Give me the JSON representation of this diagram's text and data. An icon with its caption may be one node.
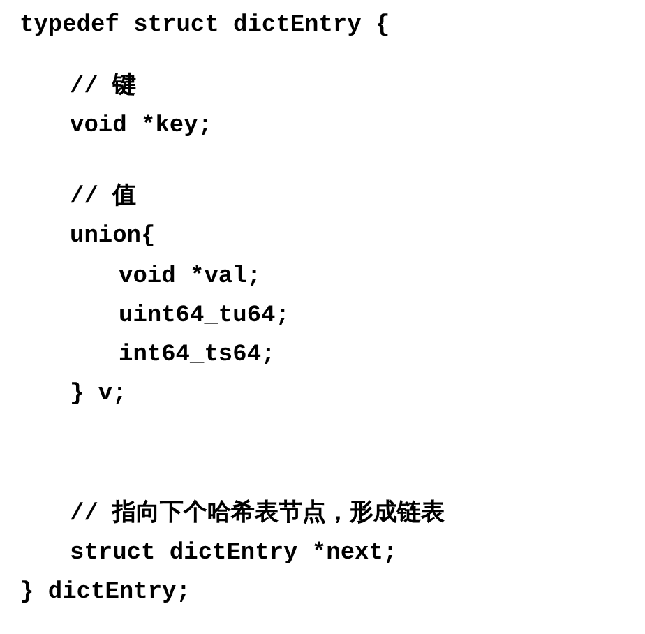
{
  "diagram": {
    "labels": [
      "typedef struct dictEntry {",
      "// 键",
      "void *key;",
      "// 值",
      "union{",
      "void *val;",
      "uint64_tu64;",
      "int64_ts64;",
      "} v;",
      "// 指向下个哈希表节点，形成链表",
      "struct dictEntry *next;",
      "} dictEntry;"
    ]
  }
}
